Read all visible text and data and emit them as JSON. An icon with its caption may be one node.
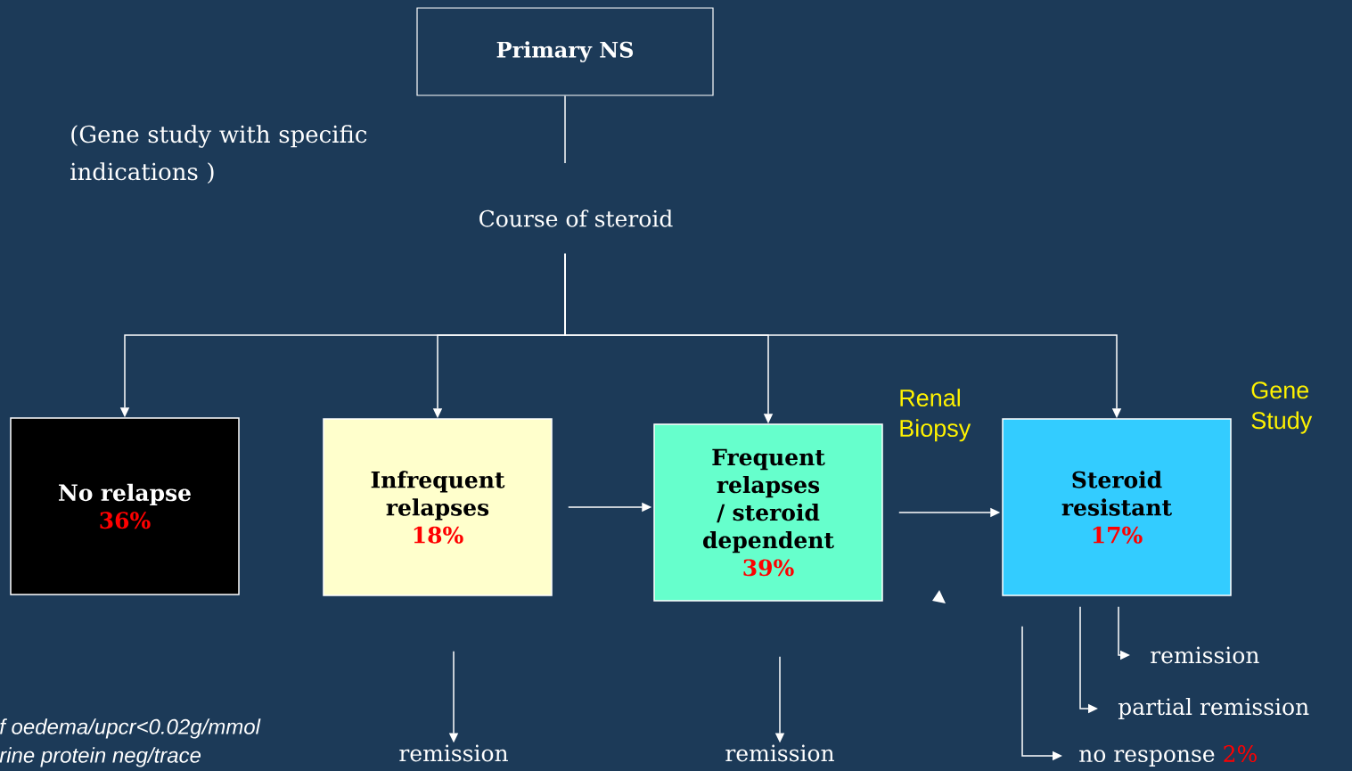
{
  "diagram": {
    "nodes": [
      {
        "text": [
          "Primary NS"
        ]
      },
      {
        "text": [
          "Course of steroid"
        ]
      },
      {
        "text": [
          "No relapse",
          "36%"
        ]
      },
      {
        "text": [
          "Infrequent relapses",
          "18%"
        ]
      },
      {
        "text": [
          "Frequent relapses / steroid dependent",
          "39%"
        ]
      },
      {
        "text": [
          "Steroid resistant",
          "17%"
        ]
      },
      {
        "text": [
          "remission"
        ]
      },
      {
        "text": [
          "remission"
        ]
      },
      {
        "text": [
          "remission"
        ]
      },
      {
        "text": [
          "partial remission"
        ]
      },
      {
        "text": [
          "no response",
          "2%"
        ]
      }
    ],
    "edges": [
      {
        "from": 0,
        "to": 1,
        "arrow": "none"
      },
      {
        "from": 1,
        "to": 2,
        "arrow": "to"
      },
      {
        "from": 1,
        "to": 3,
        "arrow": "to"
      },
      {
        "from": 1,
        "to": 4,
        "arrow": "to"
      },
      {
        "from": 1,
        "to": 5,
        "arrow": "to"
      },
      {
        "from": 3,
        "to": 4,
        "arrow": "to"
      },
      {
        "from": 4,
        "to": 5,
        "arrow": "to"
      },
      {
        "from": 3,
        "to": 6,
        "arrow": "to"
      },
      {
        "from": 4,
        "to": 7,
        "arrow": "to"
      },
      {
        "from": 5,
        "to": 8,
        "arrow": "to"
      },
      {
        "from": 5,
        "to": 9,
        "arrow": "to"
      },
      {
        "from": 5,
        "to": 10,
        "arrow": "to"
      }
    ],
    "labels": [
      "(Gene study with specific indications )",
      "Renal Biopsy",
      "Gene Study",
      "f oedema/upcr<0.02g/mmol",
      "rine protein neg/trace"
    ]
  }
}
